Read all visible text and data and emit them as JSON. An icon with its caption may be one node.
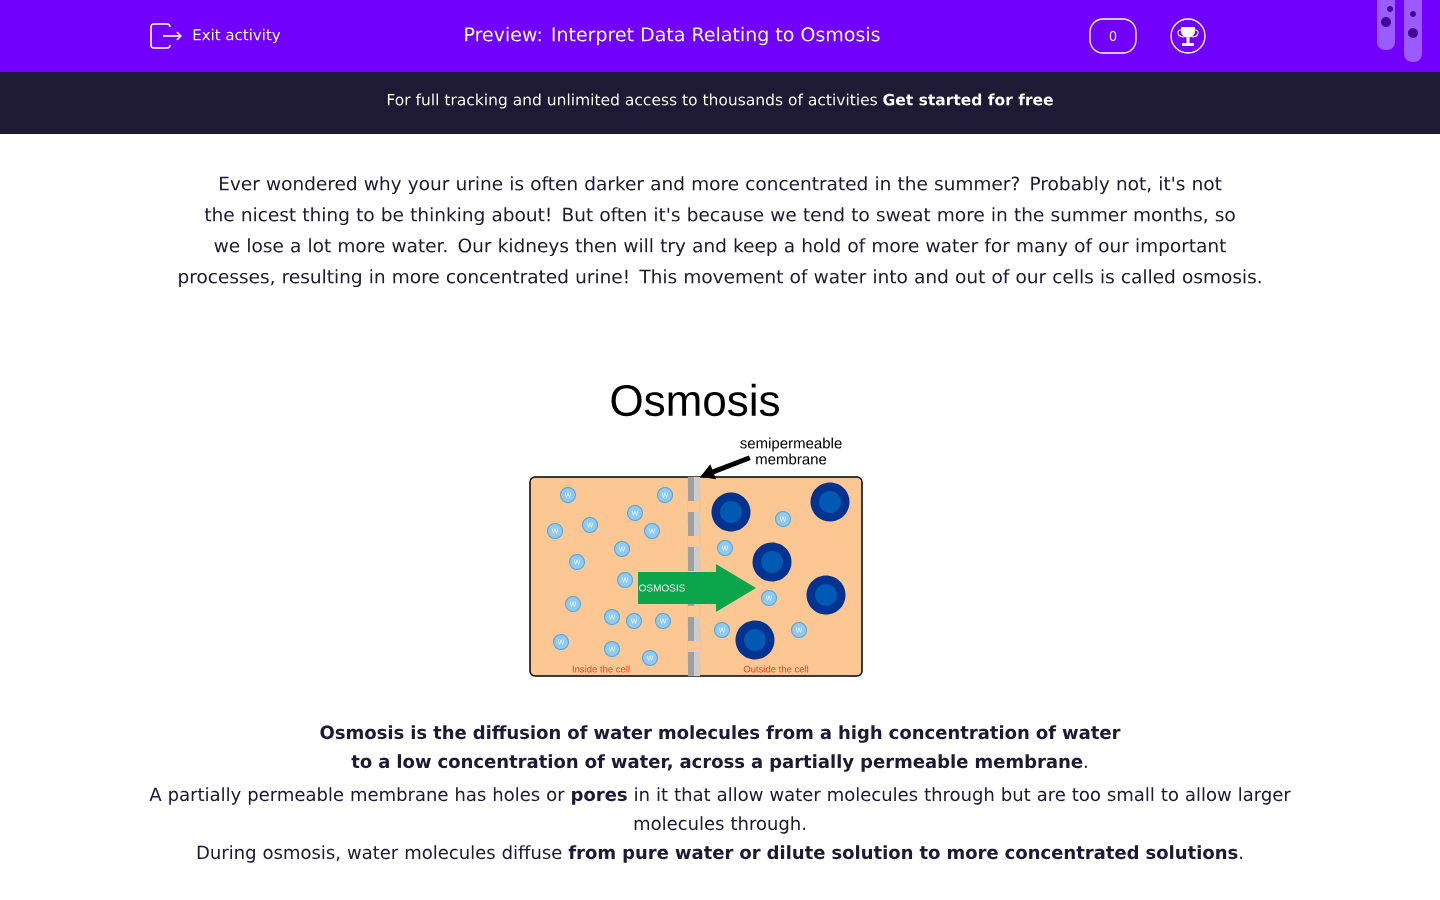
{
  "diagram": {
    "title": "Osmosis",
    "nodes": [
      {
        "text": [
          "semipermeable membrane"
        ]
      },
      {
        "text": [],
        "shape": "bar"
      },
      {
        "text": [
          "OSMOSIS"
        ]
      }
    ],
    "edges": [
      {
        "from": 0,
        "to": 1,
        "arrow": "to"
      }
    ],
    "labels": [
      "Exit activity",
      "0",
      "For full tracking and unlimited access to thousands of activities **Get started for free**",
      "Ever wondered why your urine is often darker and more concentrated in the summer? Probably not, it's not the nicest thing to be thinking about! But often it's because we tend to sweat more in the summer months, so we lose a lot more water. Our kidneys then will try and keep a hold of more water for many of our important processes, resulting in more concentrated urine! This movement of water into and out of our cells is called osmosis.",
      "Preview: Interpret Data Relating to Osmosis",
      "W",
      "W",
      "W",
      "W",
      "W",
      "W",
      "W",
      "W",
      "W",
      "W",
      "W",
      "W",
      "W",
      "W",
      "W",
      "W",
      "W",
      "W",
      "W",
      "W",
      "W",
      "Inside the cell",
      "Outside the cell",
      "**Osmosis is the diffusion of water molecules from a high concentration of water to a low concentration of water, across a partially permeable membrane**.",
      "A partially permeable membrane has holes or **pores** in it that allow water molecules through but are too small to allow larger molecules through.",
      "During osmosis, water molecules diffuse **from pure water or dilute solution to more concentrated solutions**."
    ]
  }
}
